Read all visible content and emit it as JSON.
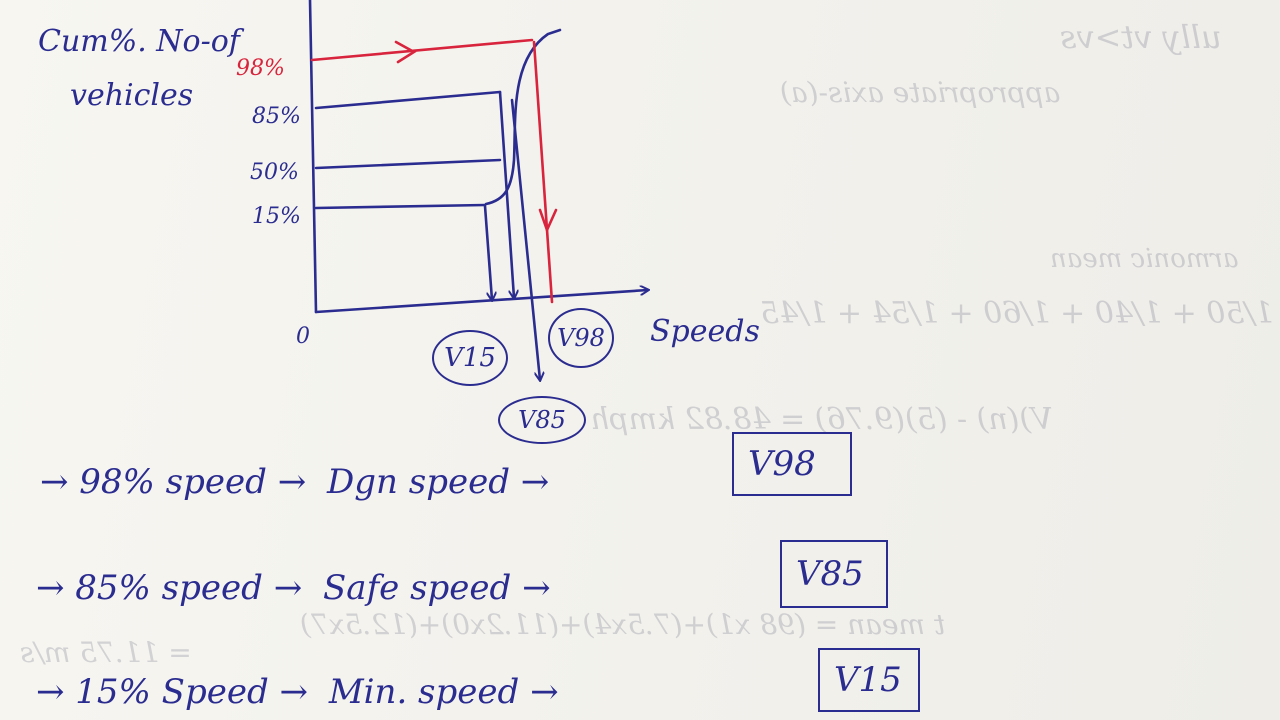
{
  "graph": {
    "y_axis_label_line1": "Cum%. No-of",
    "y_axis_label_line2": "vehicles",
    "tick_98": "98%",
    "tick_85": "85%",
    "tick_50": "50%",
    "tick_15": "15%",
    "origin": "0",
    "x_axis_label": "Speeds",
    "v15": "V15",
    "v98": "V98",
    "v85": "V85"
  },
  "notes": [
    {
      "percent": "→ 98% speed →",
      "name": "Dgn speed →",
      "value": "V98"
    },
    {
      "percent": "→ 85% speed →",
      "name": "Safe speed →",
      "value": "V85"
    },
    {
      "percent": "→ 15% Speed →",
      "name": "Min. speed →",
      "value": "V15"
    }
  ],
  "colors": {
    "ink": "#2b2c8f",
    "red": "#d8243c",
    "paper": "#f4f3ee"
  },
  "bleed_through": {
    "line1": "ully vt>vs",
    "line2": "appropriate axis-(a)",
    "line3": "armonic mean",
    "line4": "= 1/50 + 1/40 + 1/60 + 1/54 + 1/45",
    "line5": "V)(n) - (5)(9.76) = 48.82 kmph",
    "line6": "t mean = (98 x1)+(7.5x4)+(11.2x0)+(12.5x7)",
    "line7": "= 11.75 m/s"
  }
}
